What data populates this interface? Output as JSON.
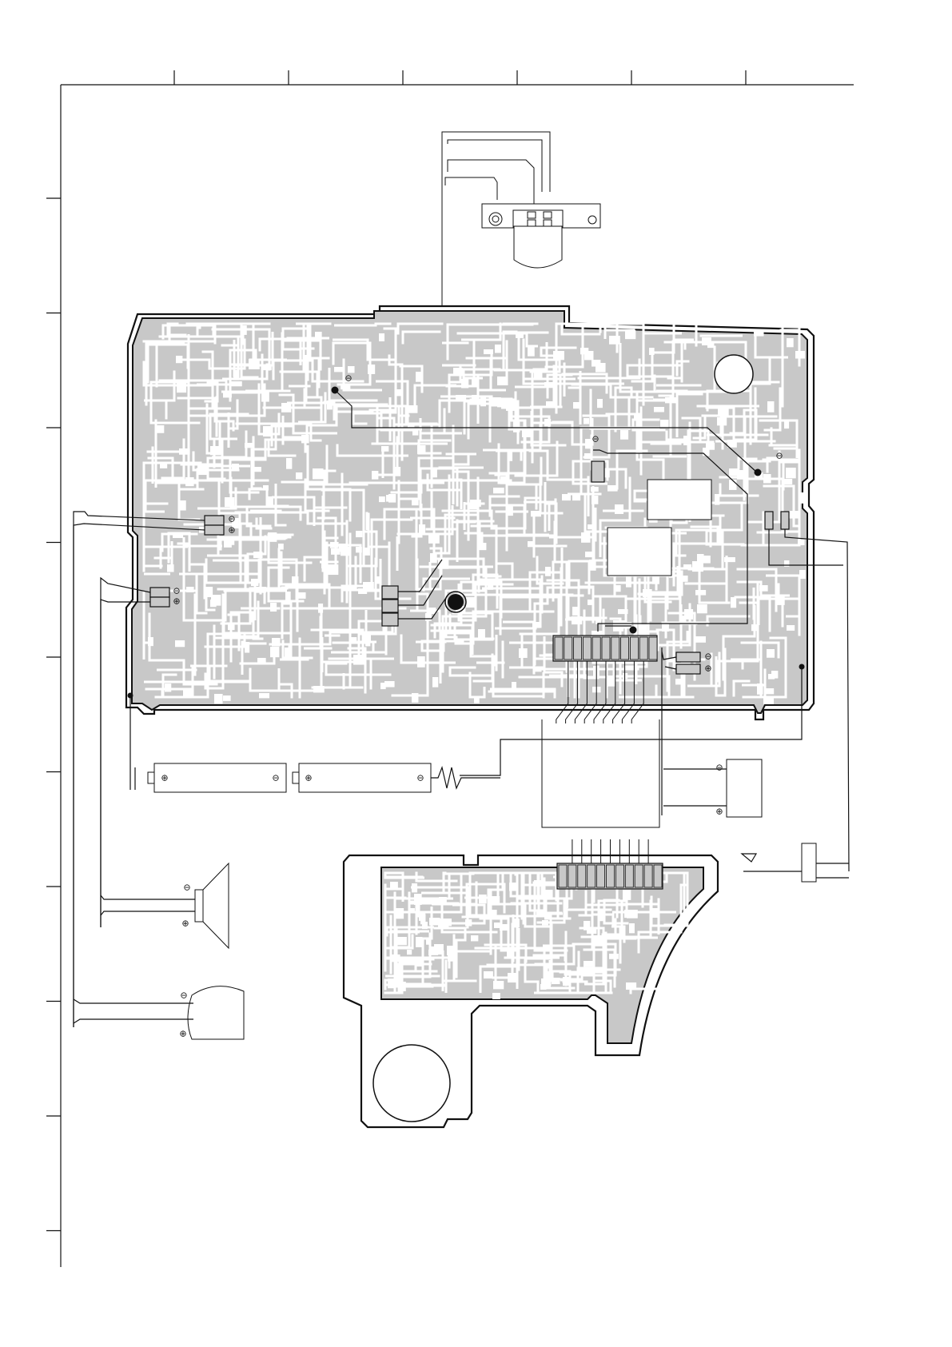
{
  "symbols": {
    "minus": "⊖",
    "plus": "⊕"
  },
  "colors": {
    "pcb_fill": "#c8c8c8",
    "line": "#111111",
    "background": "#ffffff"
  },
  "frame": {
    "top_ticks": 6,
    "left_ticks": 10
  },
  "parts": {
    "head": "head-assembly",
    "main_board": "main-pcb",
    "sub_board": "sub-pcb",
    "battery_1": "battery-cell-1",
    "battery_2": "battery-cell-2",
    "speaker": "speaker",
    "earphone": "earphone",
    "motor": "motor",
    "jack": "jack"
  }
}
